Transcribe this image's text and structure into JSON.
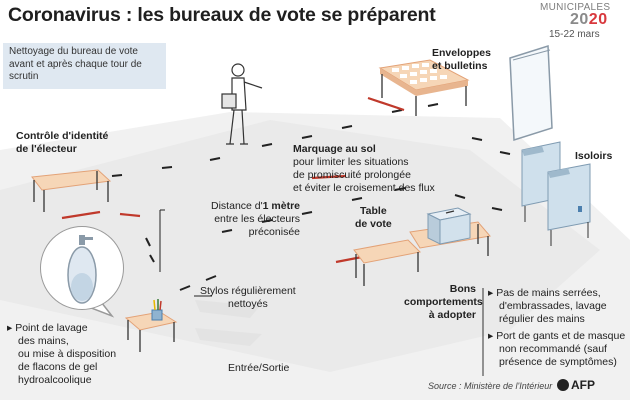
{
  "header": {
    "title": "Coronavirus : les bureaux de vote se préparent",
    "badge_word": "MUNICIPALES",
    "badge_year_a": "20",
    "badge_year_b": "20",
    "badge_dates": "15-22 mars"
  },
  "infobox": {
    "text": "Nettoyage du bureau de vote avant et après chaque tour de scrutin"
  },
  "labels": {
    "identity_l1": "Contrôle d'identité",
    "identity_l2": "de l'électeur",
    "envelopes_l1": "Enveloppes",
    "envelopes_l2": "et bulletins",
    "booths": "Isoloirs",
    "marking_head": "Marquage au sol",
    "marking_l1": "pour limiter les situations",
    "marking_l2": "de promiscuité prolongée",
    "marking_l3": "et éviter le croisement des flux",
    "distance_pre": "Distance d'",
    "distance_bold": "1 mètre",
    "distance_l2": "entre les électeurs",
    "distance_l3": "préconisée",
    "vote_table_l1": "Table",
    "vote_table_l2": "de vote",
    "pens_l1": "Stylos régulièrement",
    "pens_l2": "nettoyés",
    "entrance": "Entrée/Sortie",
    "wash_l1": "Point de lavage",
    "wash_l2": "des mains,",
    "wash_l3": "ou mise à disposition",
    "wash_l4": "de flacons de gel",
    "wash_l5": "hydroalcoolique"
  },
  "behaviours": {
    "heading_l1": "Bons",
    "heading_l2": "comportements",
    "heading_l3": "à adopter",
    "items": [
      {
        "l1": "Pas de mains serrées,",
        "l2": "d'embrassades, lavage",
        "l3": "régulier des mains",
        "l4": ""
      },
      {
        "l1": "Port de gants et de masque",
        "l2": "non recommandé (sauf",
        "l3": "présence de symptômes)",
        "l4": ""
      }
    ]
  },
  "footer": {
    "source": "Source : Ministère de l'Intérieur",
    "agency": "AFP"
  },
  "colors": {
    "floor": "#f0f0f0",
    "table_top": "#f6d6b7",
    "table_edge": "#e3a277",
    "booth": "#cfe0ec",
    "marking": "#c0392b",
    "year_accent": "#d8383d"
  }
}
